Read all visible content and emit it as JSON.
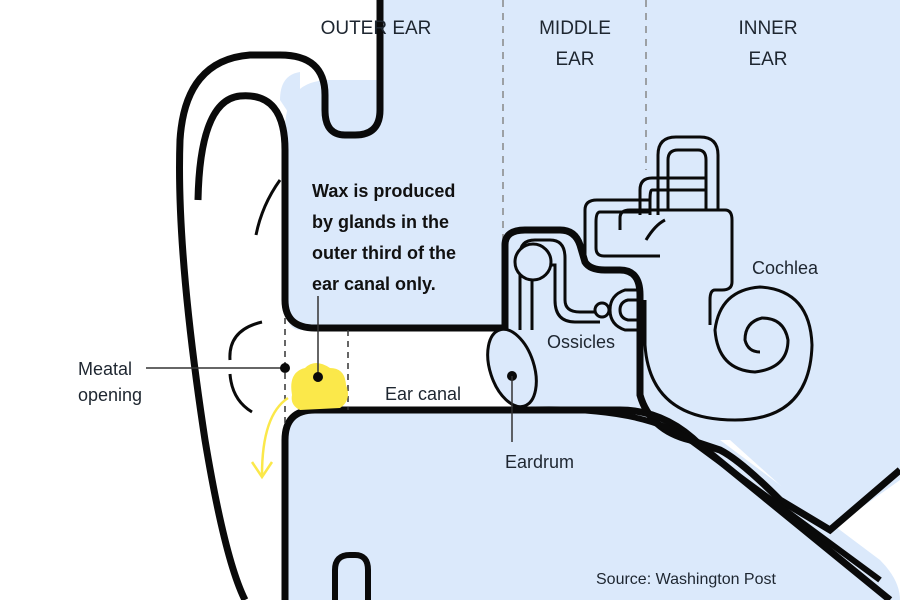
{
  "diagram": {
    "type": "anatomy",
    "subject": "Human ear cross-section",
    "colors": {
      "background": "#ffffff",
      "tissue_fill": "#dbe9fb",
      "outline": "#0a0a0a",
      "wax": "#fbe84a",
      "label_text": "#1e2630",
      "divider": "#888888"
    },
    "section_headers": {
      "outer": {
        "line1": "OUTER EAR"
      },
      "middle": {
        "line1": "MIDDLE",
        "line2": "EAR"
      },
      "inner": {
        "line1": "INNER",
        "line2": "EAR"
      }
    },
    "annotation": {
      "lines": [
        "Wax is produced",
        "by glands in the",
        "outer third of the",
        "ear canal only."
      ]
    },
    "labels": {
      "meatal": {
        "line1": "Meatal",
        "line2": "opening"
      },
      "ear_canal": "Ear canal",
      "eardrum": "Eardrum",
      "ossicles": "Ossicles",
      "cochlea": "Cochlea"
    },
    "source": "Source: Washington Post"
  }
}
